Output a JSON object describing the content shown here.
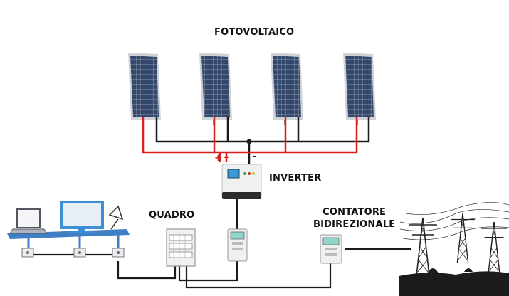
{
  "labels": {
    "photovoltaic": "FOTOVOLTAICO",
    "inverter": "INVERTER",
    "panel_board": "QUADRO",
    "bidirectional_meter_line1": "CONTATORE",
    "bidirectional_meter_line2": "BIDIREZIONALE"
  },
  "polarity": {
    "positive": "+",
    "negative": "-"
  },
  "colors": {
    "positive_wire": "#d81e1e",
    "negative_wire": "#1a1a1a",
    "ac_wire": "#1a1a1a",
    "panel_cell": "#2a3d5e",
    "panel_frame": "#cfd3d8",
    "desk": "#3f7fc4",
    "monitor": "#3d8fd6"
  },
  "icons": {
    "solar_panels": "solar-panel-icon",
    "inverter": "inverter-icon",
    "panel_board": "electrical-panel-icon",
    "production_meter": "energy-meter-icon",
    "bidirectional_meter": "energy-meter-icon",
    "grid": "power-pylon-icon",
    "appliances": "laptop-monitor-lamp-icon"
  }
}
